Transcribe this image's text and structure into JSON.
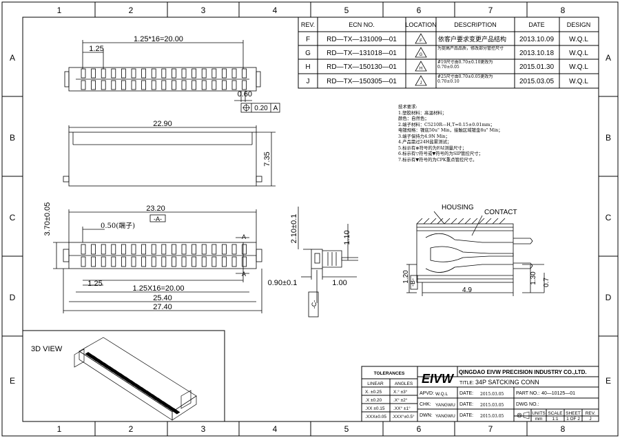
{
  "sheet": {
    "columns": [
      "1",
      "2",
      "3",
      "4",
      "5",
      "6",
      "7",
      "8"
    ],
    "rows": [
      "A",
      "B",
      "C",
      "D",
      "E"
    ]
  },
  "revision_table": {
    "headers": {
      "rev": "REV.",
      "ecn": "ECN NO.",
      "location": "LOCATION",
      "description": "DESCRIPTION",
      "date": "DATE",
      "design": "DESIGN"
    },
    "rows": [
      {
        "rev": "F",
        "ecn": "RD—TX—131009—01",
        "location": "F",
        "description": "依客户要求变更产品结构",
        "date": "2013.10.09",
        "design": "W.Q.L"
      },
      {
        "rev": "G",
        "ecn": "RD—TX—131018—01",
        "location": "G",
        "description": "为提高产品品质，修改部分管控尺寸",
        "date": "2013.10.18",
        "design": "W.Q.L"
      },
      {
        "rev": "H",
        "ecn": "RD—TX—150130—01",
        "location": "H",
        "description": "#19尺寸由0.70±0.10更改为0.70±0.05",
        "date": "2015.01.30",
        "design": "W.Q.L"
      },
      {
        "rev": "J",
        "ecn": "RD—TX—150305—01",
        "location": "J",
        "description": "#25尺寸由0.70±0.05更改为0.70±0.10",
        "date": "2015.03.05",
        "design": "W.Q.L"
      }
    ]
  },
  "notes": {
    "title": "技术要求:",
    "lines": [
      "1.塑胶材料：高温材料；",
      "   颜色：自然色；",
      "2.端子材料：C5210R—H,T=0.15±0.01mm；",
      "   电镀规格：镍底50u\" Min，接触区域镀金8u\" Min；",
      "3.端子保持力4.9N Min；",
      "4.产品需过24H盐雾测试；",
      "5.标示有⊗符号的为FAI测量尺寸；",
      "6.标示有▽符号或▼符号的为SIP管控尺寸；",
      "7.标示有▼符号的为CPK重点管控尺寸。"
    ]
  },
  "dimensions": {
    "top_pitch_total": "1.25*16=20.00",
    "top_pitch": "1.25",
    "top_width": "0.60",
    "tolerance_frame_value": "0.20",
    "tolerance_frame_datum": "A",
    "body_length": "22.90",
    "body_height": "7.35",
    "front_length": "23.20",
    "datum_a": "-A-",
    "contact_width": "0.50(端子)",
    "front_height": "3.70±0.05",
    "section_a": "A",
    "front_pitch": "1.25",
    "front_pitch_total": "1.25X16=20.00",
    "overall_1": "25.40",
    "overall_2": "27.40",
    "side_height": "2.10±0.1",
    "side_small": "1.10",
    "side_offset": "0.90±0.1",
    "side_len": "1.00",
    "datum_c": "-C-",
    "section_b_height": "1.20",
    "datum_b": "-B-",
    "section_b_len": "4.9",
    "section_b_h2": "1.30",
    "section_b_h3": "0.7"
  },
  "labels": {
    "housing": "HOUSING",
    "contact": "CONTACT",
    "view_3d": "3D VIEW"
  },
  "title_block": {
    "tolerances_header": "TOLERANCES",
    "linear_header": "LINEAR",
    "angles_header": "ANGLES",
    "tolerance_rows": [
      {
        "linear": "X.    ±0.25",
        "angle": "X.°   ±3°"
      },
      {
        "linear": ".X    ±0.20",
        "angle": ".X°   ±2°"
      },
      {
        "linear": ".XX ±0.15",
        "angle": ".XX° ±1°"
      },
      {
        "linear": ".XXX±0.05",
        "angle": ".XXX°±0.5°"
      }
    ],
    "logo": "EIVW",
    "company": "QINGDAO EIVW PRECISION INDUSTRY CO.,LTD.",
    "title_label": "TITLE:",
    "title_value": "34P SATCKING CONN",
    "apvd_label": "APVD:",
    "apvd_value": "W.Q.L",
    "chk_label": "CHK:",
    "chk_value": "YANGWU",
    "dwn_label": "DWN:",
    "dwn_value": "YANGWU",
    "date_label": "DATE:",
    "date_values": [
      "2015.03.05",
      "2015.03.05",
      "2015.03.05"
    ],
    "part_no_label": "PART NO.:",
    "part_no_value": "40—10125—01",
    "dwg_no_label": "DWG NO.:",
    "units_label": "UNITS",
    "units_value": "mm",
    "scale_label": "SCALE",
    "scale_value": "1:1",
    "sheet_label": "SHEET",
    "sheet_value": "1 OF 2",
    "rev_label": "REV.",
    "rev_value": "J"
  }
}
